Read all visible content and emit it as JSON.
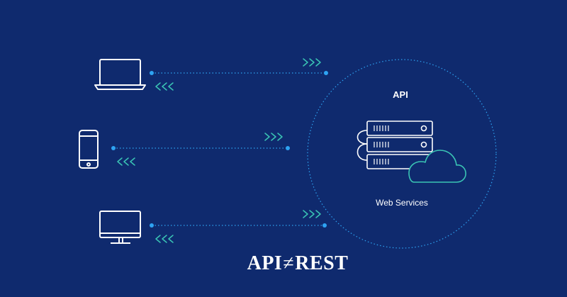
{
  "diagram": {
    "api_label": "API",
    "web_services_label": "Web Services",
    "headline": {
      "left": "API",
      "symbol": "≠",
      "right": "REST"
    },
    "clients": [
      {
        "icon": "laptop-icon"
      },
      {
        "icon": "smartphone-icon"
      },
      {
        "icon": "desktop-monitor-icon"
      }
    ],
    "server_icon": "server-stack-icon",
    "cloud_icon": "cloud-icon",
    "request_arrow": "›››",
    "response_arrow": "‹‹‹",
    "colors": {
      "background": "#0f2a6e",
      "line": "#2ea3f2",
      "arrow": "#3ac4b4",
      "outline": "#ffffff",
      "cloud": "#3ac4b4"
    }
  }
}
